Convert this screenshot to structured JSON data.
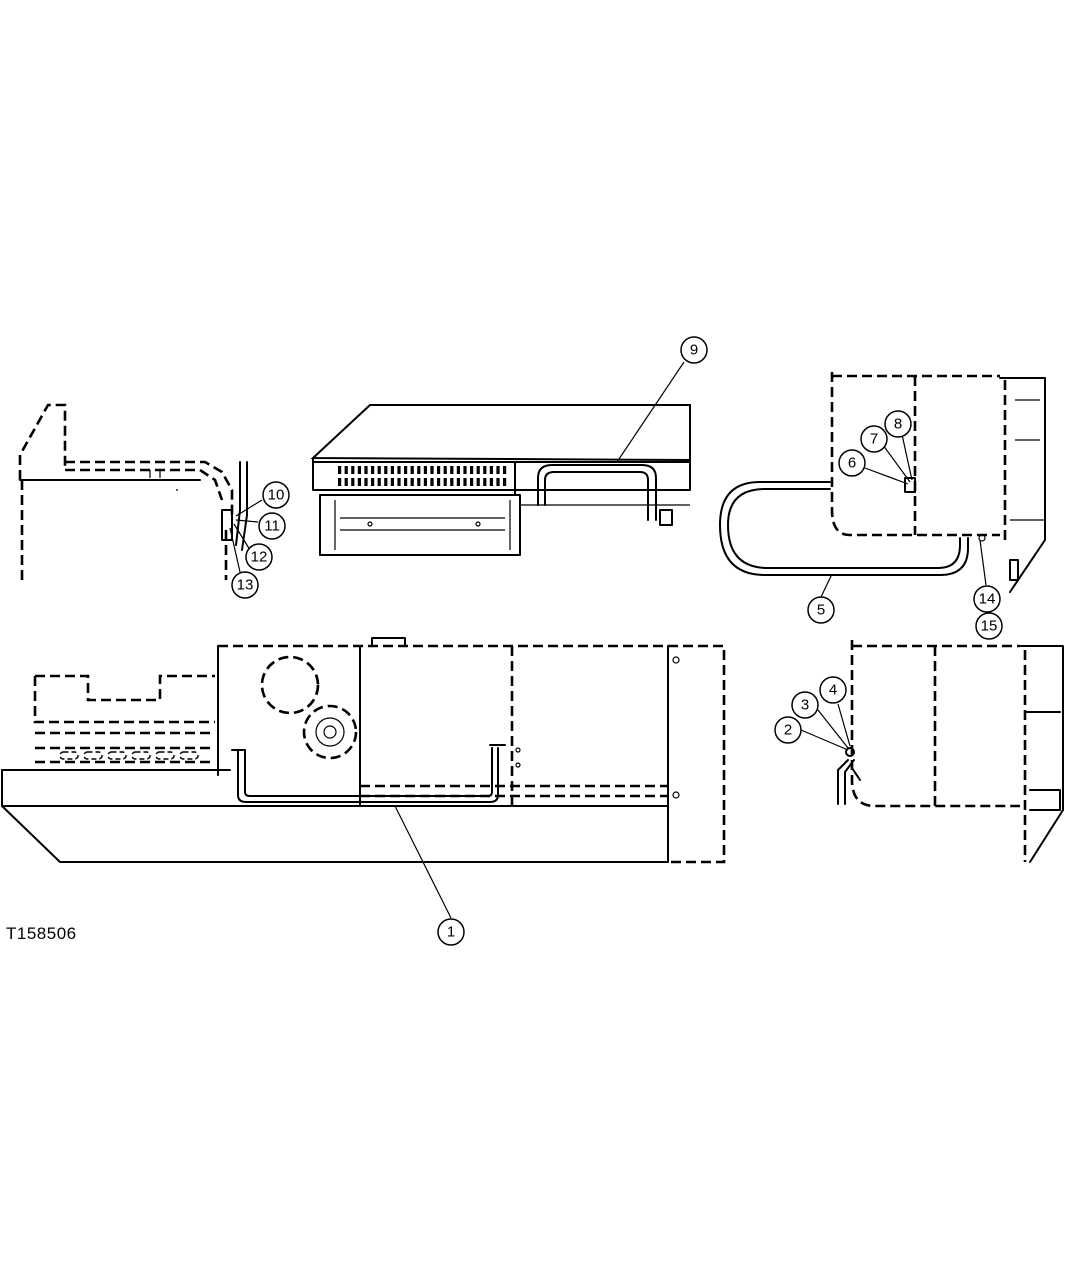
{
  "figure": {
    "id_label": "T158506"
  },
  "callouts": [
    {
      "label": "1"
    },
    {
      "label": "2"
    },
    {
      "label": "3"
    },
    {
      "label": "4"
    },
    {
      "label": "5"
    },
    {
      "label": "6"
    },
    {
      "label": "7"
    },
    {
      "label": "8"
    },
    {
      "label": "9"
    },
    {
      "label": "10"
    },
    {
      "label": "11"
    },
    {
      "label": "12"
    },
    {
      "label": "13"
    },
    {
      "label": "14"
    },
    {
      "label": "15"
    }
  ]
}
